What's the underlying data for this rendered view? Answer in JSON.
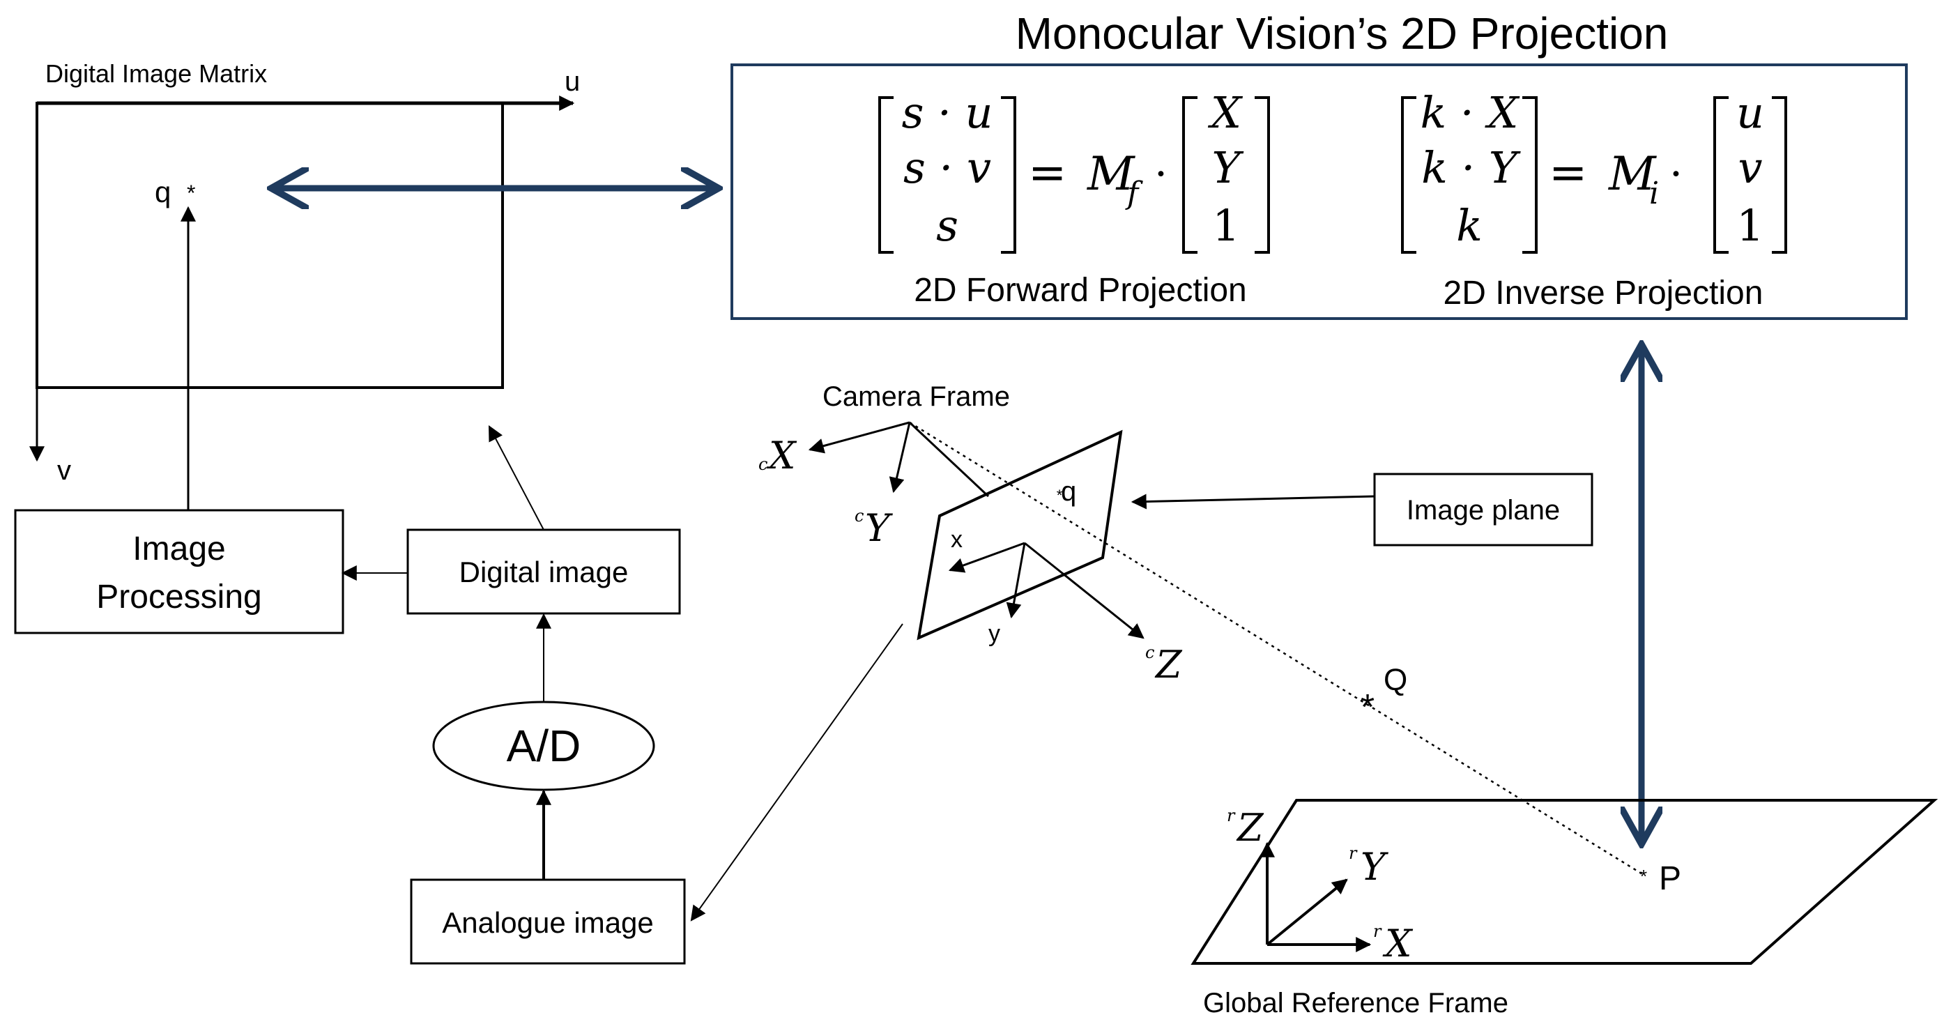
{
  "title": "Monocular Vision’s 2D Projection",
  "digital_image_matrix": {
    "label": "Digital Image Matrix",
    "axis_u": "u",
    "axis_v": "v",
    "point": "q",
    "point_marker": "*"
  },
  "boxes": {
    "image_processing_line1": "Image",
    "image_processing_line2": "Processing",
    "digital_image": "Digital image",
    "ad": "A/D",
    "analogue_image": "Analogue image",
    "image_plane": "Image plane"
  },
  "equations": {
    "forward": {
      "lhs": [
        "s · u",
        "s · v",
        "s"
      ],
      "equals": "=",
      "matrix": "M",
      "matrix_sub": "f",
      "dot": "·",
      "rhs": [
        "X",
        "Y",
        "1"
      ],
      "caption": "2D Forward Projection"
    },
    "inverse": {
      "lhs": [
        "k · X",
        "k · Y",
        "k"
      ],
      "equals": "=",
      "matrix": "M",
      "matrix_sub": "i",
      "dot": "·",
      "rhs": [
        "u",
        "v",
        "1"
      ],
      "caption": "2D Inverse Projection"
    }
  },
  "camera": {
    "label": "Camera Frame",
    "sup": "c",
    "axis_x": "X",
    "axis_y": "Y",
    "axis_z": "Z",
    "plane_x": "x",
    "plane_y": "y",
    "plane_point": "q"
  },
  "scene": {
    "point_q": "Q",
    "point_p": "P",
    "marker": "*"
  },
  "global": {
    "label": "Global Reference Frame",
    "sup": "r",
    "axis_x": "X",
    "axis_y": "Y",
    "axis_z": "Z"
  },
  "colors": {
    "ink": "#000000",
    "accent": "#1f3b5e"
  }
}
